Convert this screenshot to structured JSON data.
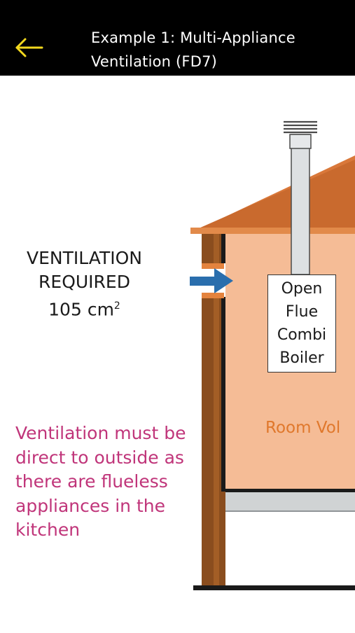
{
  "header": {
    "title_line1": "Example 1: Multi-Appliance",
    "title_line2": "Ventilation (FD7)",
    "back_icon": "arrow-left-icon",
    "accent_color": "#f2d81e"
  },
  "diagram": {
    "ventilation_label_line1": "VENTILATION",
    "ventilation_label_line2": "REQUIRED",
    "ventilation_value": "105 cm",
    "ventilation_unit_sup": "2",
    "boiler_lines": [
      "Open",
      "Flue",
      "Combi",
      "Boiler"
    ],
    "room_label": "Room Vol",
    "note": "Ventilation must be direct to outside as there are flueless appliances in the kitchen",
    "colors": {
      "roof": "#d9783a",
      "wall": "#8a4d1e",
      "room": "#f5bc96",
      "arrow": "#2a6ead",
      "note": "#c0357a",
      "room_label": "#e0782c"
    }
  }
}
